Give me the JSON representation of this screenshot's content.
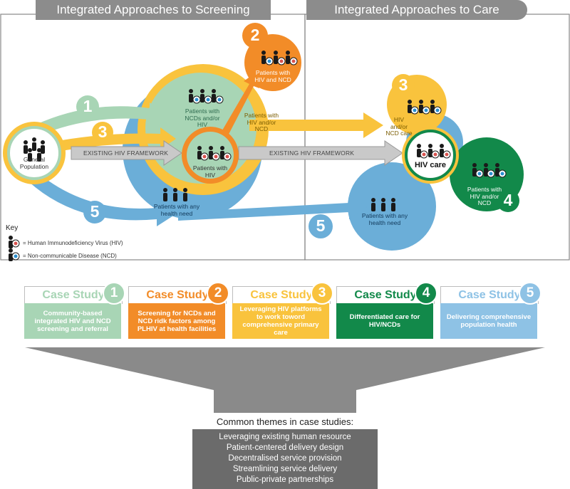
{
  "header": {
    "screening_title": "Integrated Approaches to Screening",
    "care_title": "Integrated Approaches to Care"
  },
  "diagram": {
    "general_population": "General Population",
    "hiv_framework_1": "EXISTING HIV FRAMEWORK",
    "hiv_framework_2": "EXISTING HIV FRAMEWORK",
    "patients_ncd_hiv": "Patients with NCDs and/or HIV",
    "patients_with_hiv": "Patients with HIV",
    "patients_hiv_ncd_right": "Patients with HIV and/or NCD",
    "patients_hiv_and_ncd": "Patients with HIV and NCD",
    "patients_any_need_left": "Patients with any health need",
    "hiv_ncd_care": "HIV and/or NCD care",
    "hiv_care": "HIV care",
    "patients_hiv_ncd_green": "Patients with HIV and/or NCD",
    "patients_any_need_right": "Patients with any health need",
    "numbers": [
      "1",
      "2",
      "3",
      "3",
      "4",
      "5",
      "5"
    ]
  },
  "key": {
    "title": "Key",
    "hiv": "= Human Immunodeficiency Virus (HIV)",
    "ncd": "= Non-communicable Disease (NCD)"
  },
  "case_studies": [
    {
      "title": "Case Study",
      "number": "1",
      "desc": "Community-based integrated HIV and NCD screening and referral",
      "color": "#a8d5b5",
      "title_color": "#a8d5b5"
    },
    {
      "title": "Case Study",
      "number": "2",
      "desc": "Screening for NCDs and NCD ridk factors among PLHIV at health facilities",
      "color": "#f28c28",
      "title_color": "#f28c28"
    },
    {
      "title": "Case Study",
      "number": "3",
      "desc": "Leveraging HIV platforms to work toword comprehensive primary care",
      "color": "#f9c33d",
      "title_color": "#f9c33d"
    },
    {
      "title": "Case Study",
      "number": "4",
      "desc": "Differentiated care for HIV/NCDs",
      "color": "#12894a",
      "title_color": "#12894a"
    },
    {
      "title": "Case Study",
      "number": "5",
      "desc": "Delivering comprehensive population health",
      "color": "#8ec2e5",
      "title_color": "#8ec2e5"
    }
  ],
  "themes": {
    "heading": "Common themes in case studies:",
    "items": [
      "Leveraging existing human resource",
      "Patient-centered delivery design",
      "Decentralised service provision",
      "Streamlining service delivery",
      "Public-private partnerships"
    ]
  }
}
